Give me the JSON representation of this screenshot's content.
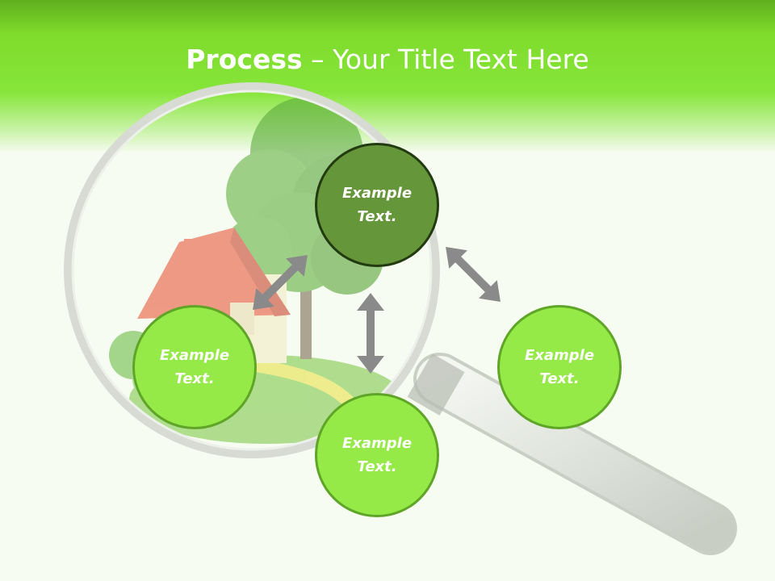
{
  "title": {
    "strong": "Process",
    "rest": " – Your Title Text Here"
  },
  "nodes": {
    "top": "Example Text.",
    "left": "Example Text.",
    "bottom": "Example Text.",
    "right": "Example Text."
  },
  "colors": {
    "header_green": "#7fdc2c",
    "node_light": "#95ea47",
    "node_dark": "#66963a",
    "arrow_gray": "#8a8a8a"
  },
  "icons": [
    "magnifier-icon",
    "house-icon",
    "tree-icon",
    "double-arrow-icon"
  ]
}
